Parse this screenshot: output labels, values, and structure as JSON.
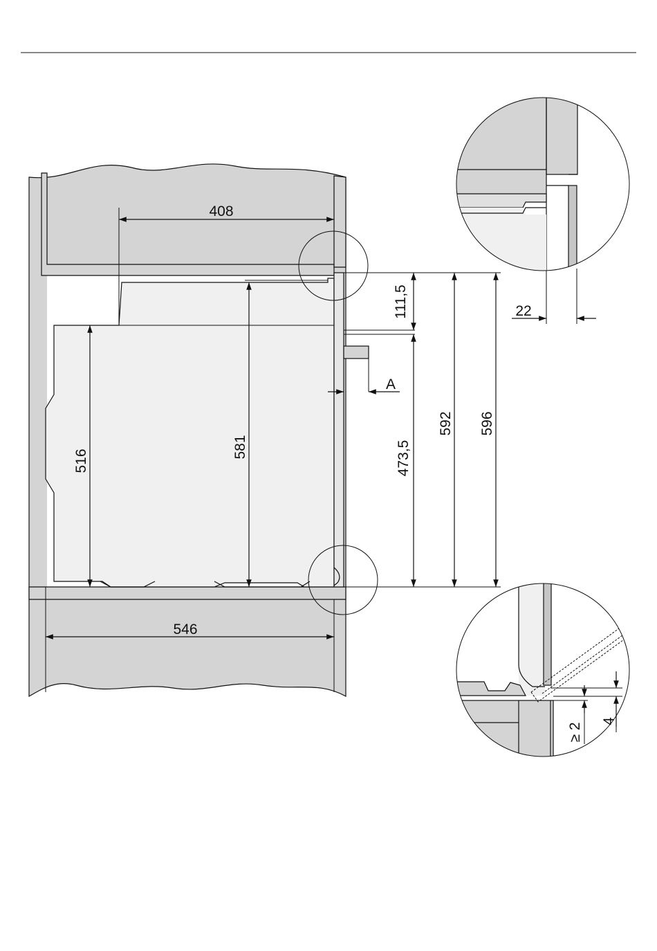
{
  "dimensions": {
    "d408": "408",
    "d516": "516",
    "d581": "581",
    "d546": "546",
    "d111_5": "111,5",
    "d473_5": "473,5",
    "d592": "592",
    "d596": "596",
    "d22": "22",
    "label_a": "A",
    "ge2": "≥ 2",
    "d4": "4"
  },
  "colors": {
    "cabinet": "#d4d4d4",
    "appliance": "#f0f0f0",
    "line": "#111111"
  }
}
